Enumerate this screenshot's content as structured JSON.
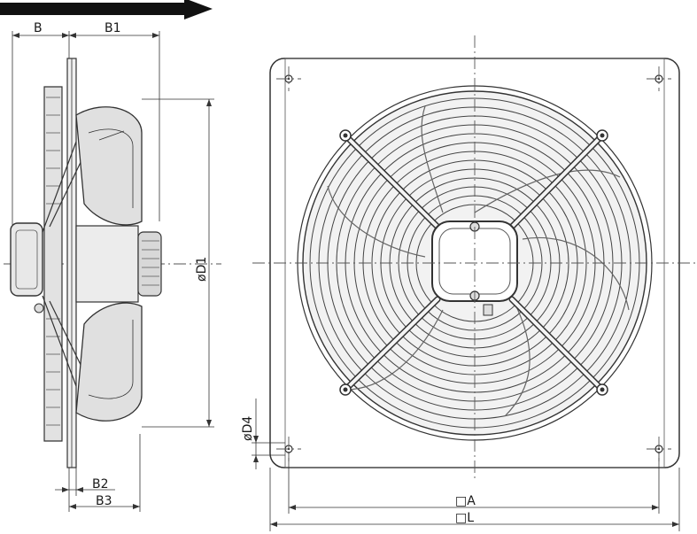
{
  "labels": {
    "b": "B",
    "b1": "B1",
    "b2": "B2",
    "b3": "B3",
    "d1": "øD1",
    "d4": "øD4",
    "a": "□A",
    "l": "□L"
  },
  "icons": {
    "airflow": "arrow-right-icon"
  },
  "colors": {
    "line": "#333333",
    "fill_light": "#eeeeee",
    "fill_mid": "#d0d0d0"
  }
}
